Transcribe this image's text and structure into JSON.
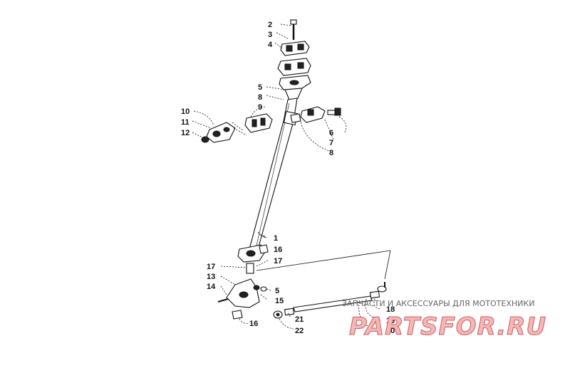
{
  "callouts": {
    "c2": "2",
    "c3": "3",
    "c4": "4",
    "c5a": "5",
    "c8a": "8",
    "c9": "9",
    "c10": "10",
    "c11": "11",
    "c12": "12",
    "c6": "6",
    "c7": "7",
    "c8b": "8",
    "c1": "1",
    "c16a": "16",
    "c17a": "17",
    "c17b": "17",
    "c13": "13",
    "c14": "14",
    "c5b": "5",
    "c15": "15",
    "c16b": "16",
    "c21": "21",
    "c22": "22",
    "c18": "18",
    "c19": "19",
    "c20": "20"
  },
  "watermark": {
    "subtitle": "ЗАПЧАСТИ И АКСЕССУАРЫ ДЛЯ МОТОТЕХНИКИ",
    "brand": "PARTSFOR.RU"
  }
}
